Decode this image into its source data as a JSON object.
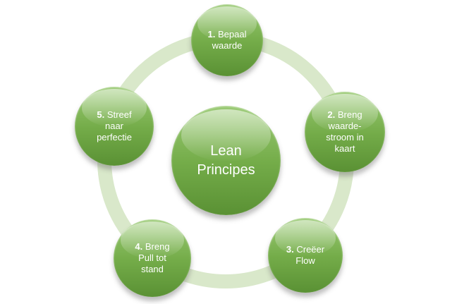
{
  "diagram": {
    "title": "Lean principles cycle diagram",
    "center": {
      "label": "Lean\nPrincipes"
    },
    "nodes": [
      {
        "number": "1.",
        "label": "Bepaal\nwaarde"
      },
      {
        "number": "2.",
        "label": "Breng\nwaarde-\nstroom in\nkaart"
      },
      {
        "number": "3.",
        "label": "Creëer\nFlow"
      },
      {
        "number": "4.",
        "label": "Breng\nPull tot\nstand"
      },
      {
        "number": "5.",
        "label": "Streef\nnaar\nperfectie"
      }
    ],
    "colors": {
      "node_top": "#9aca74",
      "node_mid": "#74ac49",
      "node_bottom": "#5a9134",
      "ring": "#d9e8ca",
      "text": "#ffffff",
      "background": "#ffffff"
    }
  }
}
